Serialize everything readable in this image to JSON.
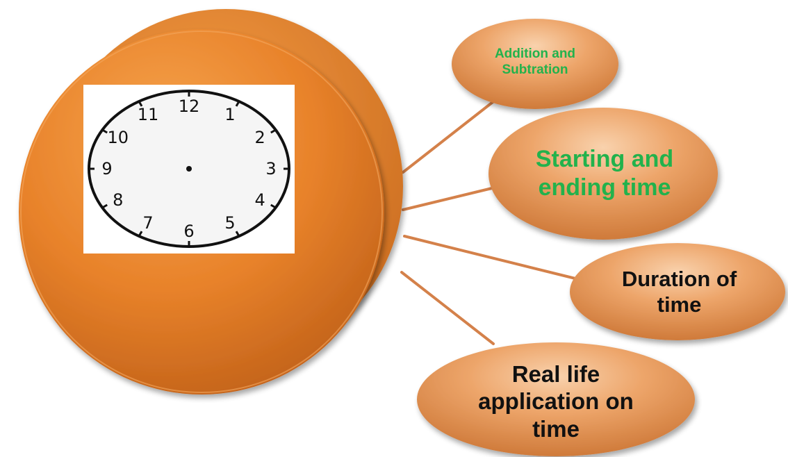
{
  "center": {
    "clock_numbers": [
      "12",
      "1",
      "2",
      "3",
      "4",
      "5",
      "6",
      "7",
      "8",
      "9",
      "10",
      "11"
    ]
  },
  "nodes": [
    {
      "label": "Addition and\nSubtration",
      "color": "#22b24c"
    },
    {
      "label": "Starting and\nending time",
      "color": "#22b24c"
    },
    {
      "label": "Duration of\ntime",
      "color": "#111111"
    },
    {
      "label": "Real life\napplication on\ntime",
      "color": "#111111"
    }
  ],
  "colors": {
    "orange_main": "#e8822a",
    "orange_dark": "#c96a1e",
    "node_fill": "#e6a06a",
    "connector": "#d4814a"
  }
}
